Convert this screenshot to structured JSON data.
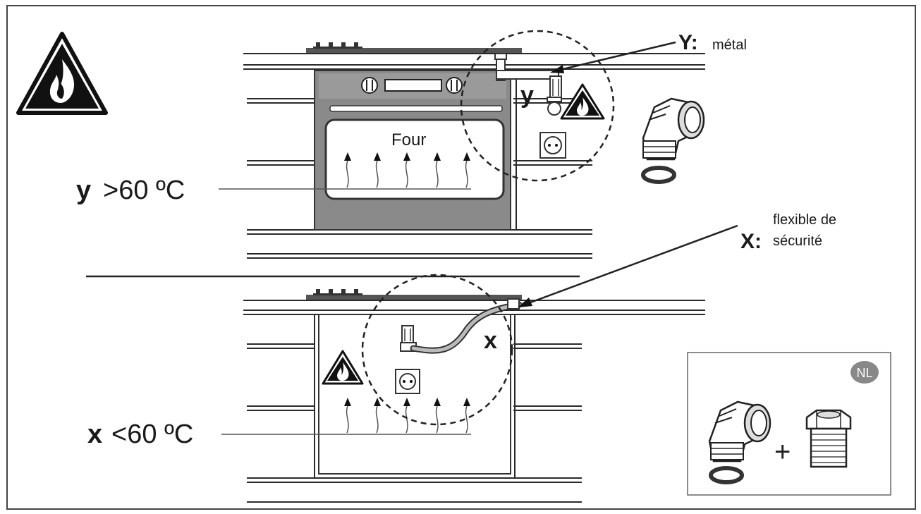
{
  "labels": {
    "y_metal_key": "Y:",
    "y_metal_text": "métal",
    "x_hose_key": "X:",
    "x_hose_line1": "flexible de",
    "x_hose_line2": "sécurité",
    "oven": "Four",
    "y_small": "y",
    "x_small": "x",
    "y_temp_letter": "y",
    "y_temp_text": ">60 ºC",
    "x_temp_letter": "x",
    "x_temp_text": "<60 ºC",
    "plus": "+",
    "nl_badge": "NL"
  },
  "icons": {
    "main_warning": "flame-warning-icon",
    "upper_warning": "flame-warning-icon",
    "lower_warning": "flame-warning-icon",
    "socket": "electric-socket-icon",
    "elbow_fitting": "elbow-connector-icon",
    "straight_fitting": "straight-connector-icon",
    "seal_ring": "seal-ring-icon"
  }
}
